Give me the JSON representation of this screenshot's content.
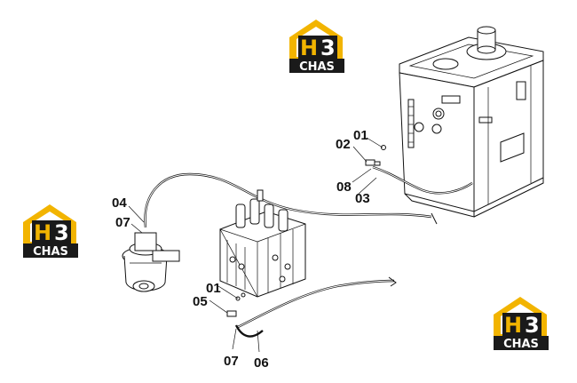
{
  "logo": {
    "letter": "H",
    "digit": "3",
    "text": "CHAS"
  },
  "labels": {
    "tank_o_ring": "01",
    "tank_fitting": "02",
    "tank_hose_clamp": "08",
    "tank_hose": "03",
    "motor_hose": "04",
    "motor_fitting": "07",
    "valve_o_ring": "01",
    "valve_fitting": "05",
    "bottom_fitting": "07",
    "bottom_hose": "06"
  },
  "colors": {
    "logo_yellow": "#f2b400",
    "logo_dark": "#1a1a1a",
    "line": "#111111"
  }
}
